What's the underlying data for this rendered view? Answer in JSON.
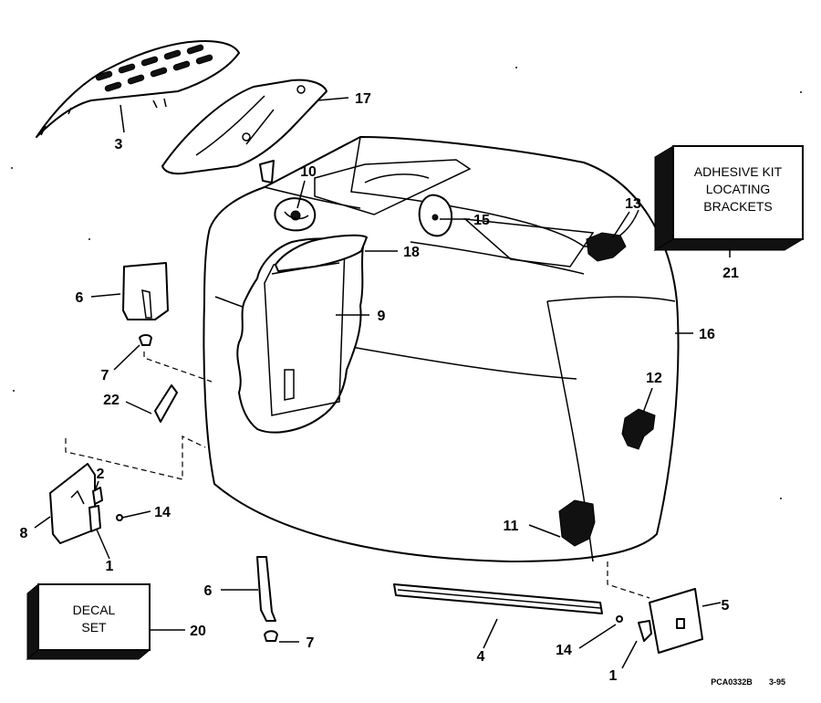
{
  "callouts": {
    "c1a": "1",
    "c1b": "1",
    "c2": "2",
    "c3": "3",
    "c4": "4",
    "c5": "5",
    "c6a": "6",
    "c6b": "6",
    "c7a": "7",
    "c7b": "7",
    "c8": "8",
    "c9": "9",
    "c10": "10",
    "c11": "11",
    "c12": "12",
    "c13": "13",
    "c14a": "14",
    "c14b": "14",
    "c15": "15",
    "c16": "16",
    "c17": "17",
    "c18": "18",
    "c20": "20",
    "c21": "21",
    "c22": "22"
  },
  "boxes": {
    "adhesive_line1": "ADHESIVE KIT",
    "adhesive_line2": "LOCATING",
    "adhesive_line3": "BRACKETS",
    "decal_line1": "DECAL",
    "decal_line2": "SET"
  },
  "footer": {
    "part_code": "PCA0332B",
    "date": "3-95"
  }
}
